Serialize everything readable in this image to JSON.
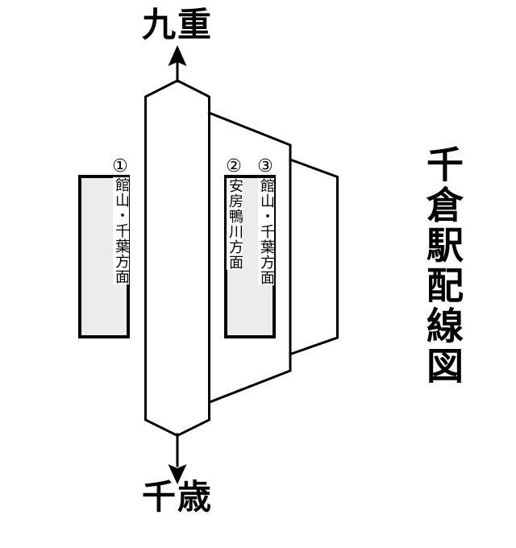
{
  "title": "千倉駅配線図",
  "adjacent": {
    "up": "九重",
    "down": "千歳"
  },
  "platforms": [
    {
      "number": "①",
      "direction": "館山・千葉方面"
    },
    {
      "number": "②",
      "direction": "安房鴨川方面"
    },
    {
      "number": "③",
      "direction": "館山・千葉方面"
    }
  ],
  "icons": {
    "north_arrow": "↑",
    "south_arrow": "↓"
  },
  "colors": {
    "line": "#000000",
    "platform_fill": "#ececec",
    "platform_border": "#000000",
    "background": "#ffffff",
    "text": "#000000"
  }
}
